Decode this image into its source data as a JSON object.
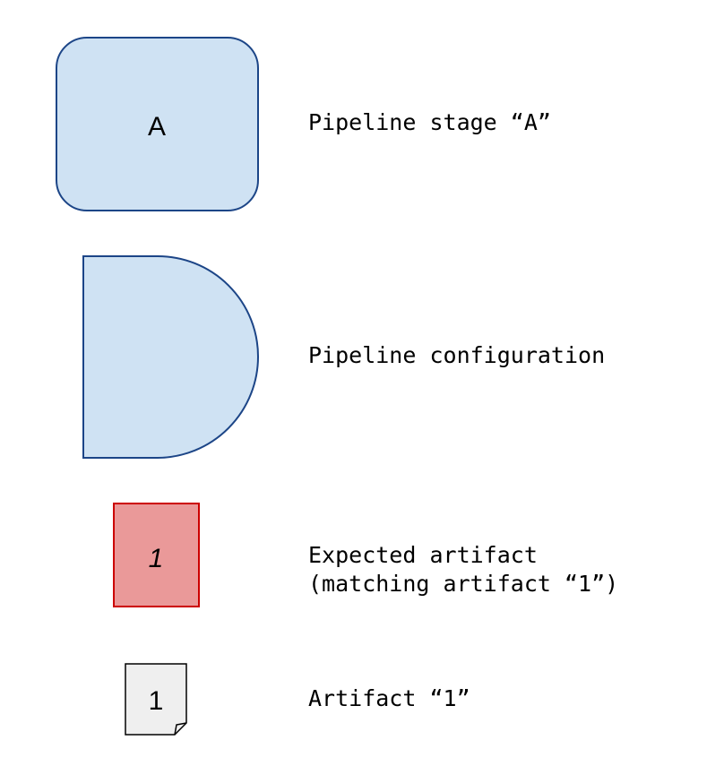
{
  "legend": {
    "stage": {
      "symbol": "A",
      "description": "Pipeline stage “A”",
      "fill": "#cfe2f3",
      "stroke": "#1c4587"
    },
    "configuration": {
      "description": "Pipeline configuration",
      "fill": "#cfe2f3",
      "stroke": "#1c4587"
    },
    "expected_artifact": {
      "symbol": "1",
      "description_line1": "Expected artifact",
      "description_line2": "(matching artifact “1”)",
      "fill": "#ea9999",
      "stroke": "#cc0000"
    },
    "artifact": {
      "symbol": "1",
      "description": "Artifact “1”",
      "fill": "#efefef",
      "stroke": "#000000"
    }
  }
}
